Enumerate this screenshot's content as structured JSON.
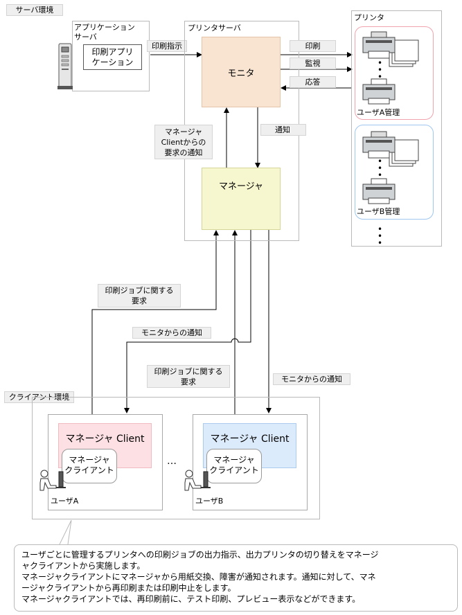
{
  "server_env": {
    "label": "サーバ環境"
  },
  "app_server": {
    "title_line1": "アプリケーション",
    "title_line2": "サーバ",
    "app_line1": "印刷アプリ",
    "app_line2": "ケーション"
  },
  "print_server": {
    "title": "プリンタサーバ",
    "monitor": "モニタ",
    "manager": "マネージャ"
  },
  "printers": {
    "title": "プリンタ",
    "group_a": "ユーザA管理",
    "group_b": "ユーザB管理"
  },
  "flows": {
    "print_instruction": "印刷指示",
    "print": "印刷",
    "monitoring": "監視",
    "response": "応答",
    "notice": "通知",
    "client_request_line1": "マネージャ",
    "client_request_line2": "Clientからの",
    "client_request_line3": "要求の通知",
    "job_request_a_line1": "印刷ジョブに関する",
    "job_request_a_line2": "要求",
    "monitor_notice_a": "モニタからの通知",
    "job_request_b_line1": "印刷ジョブに関する",
    "job_request_b_line2": "要求",
    "monitor_notice_b": "モニタからの通知"
  },
  "client_env": {
    "label": "クライアント環境",
    "client_a": {
      "header": "マネージャ Client",
      "inner_line1": "マネージャ",
      "inner_line2": "クライアント",
      "user": "ユーザA"
    },
    "client_b": {
      "header": "マネージャ Client",
      "inner_line1": "マネージャ",
      "inner_line2": "クライアント",
      "user": "ユーザB"
    },
    "ellipsis": "…"
  },
  "note": {
    "line1": "ユーザごとに管理するプリンタへの印刷ジョブの出力指示、出力プリンタの切り替えをマネージ",
    "line2": "ャクライアントから実施します。",
    "line3": "マネージャクライアントにマネージャから用紙交換、障害が通知されます。通知に対して、マネ",
    "line4": "ージャクライアントから再印刷または印刷中止をします。",
    "line5": "マネージャクライアントでは、再印刷前に、テスト印刷、プレビュー表示などができます。"
  },
  "colors": {
    "monitor_fill": "#f9e4d2",
    "manager_fill": "#f6f6cf",
    "client_a_fill": "#fde0e3",
    "client_b_fill": "#dcebfb",
    "group_a_border": "#f0a3ad",
    "group_b_border": "#9ec6ef"
  }
}
